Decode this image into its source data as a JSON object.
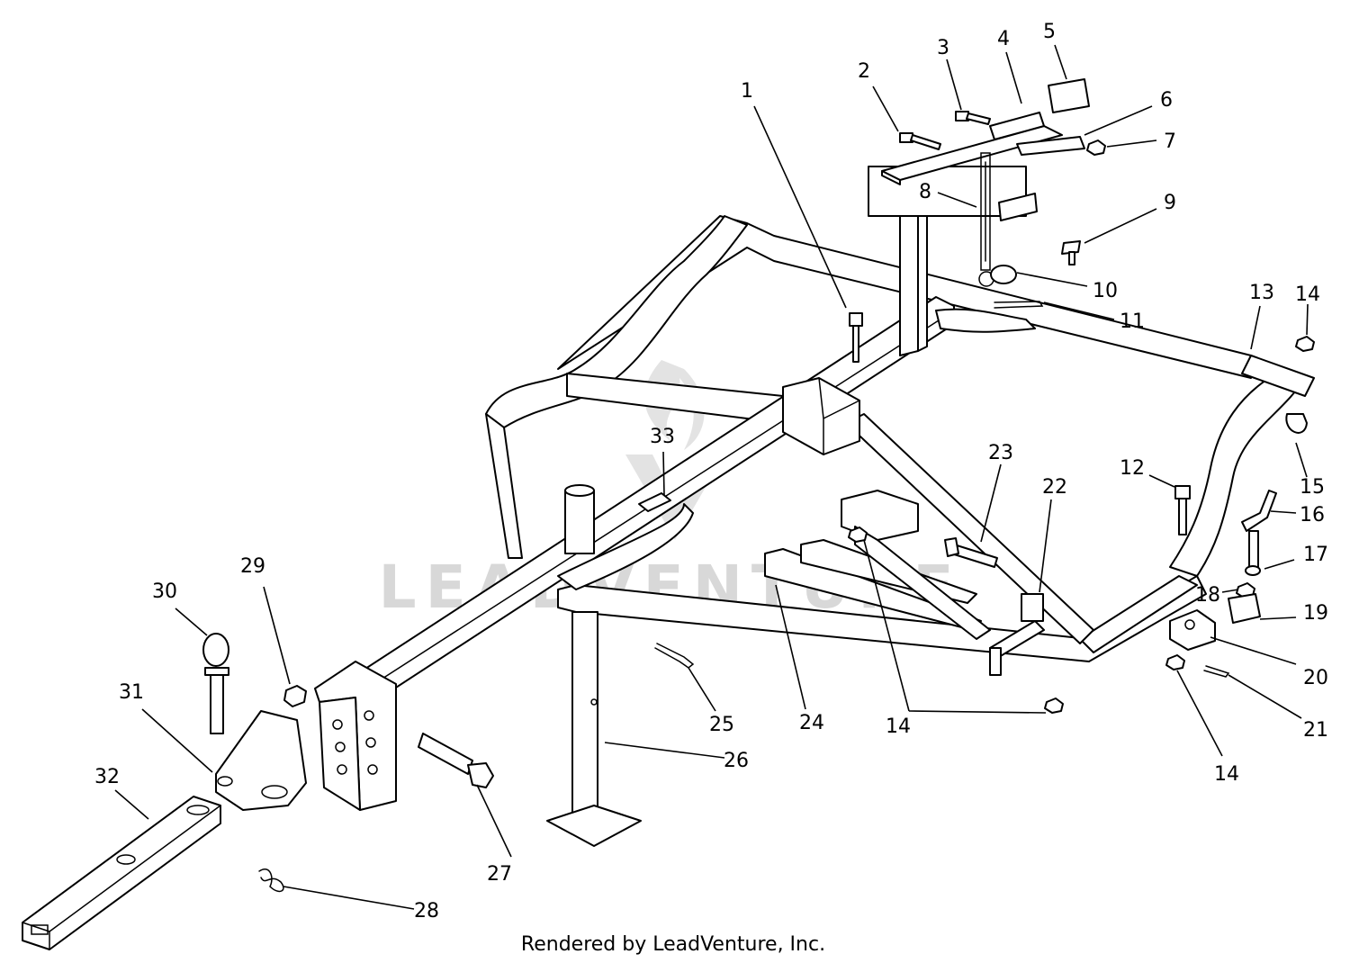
{
  "watermark_text": "LEADVENTURE",
  "footer_credit": "Rendered by LeadVenture, Inc.",
  "callouts": [
    {
      "id": "c1",
      "label": "1"
    },
    {
      "id": "c2",
      "label": "2"
    },
    {
      "id": "c3",
      "label": "3"
    },
    {
      "id": "c4",
      "label": "4"
    },
    {
      "id": "c5",
      "label": "5"
    },
    {
      "id": "c6",
      "label": "6"
    },
    {
      "id": "c7",
      "label": "7"
    },
    {
      "id": "c8",
      "label": "8"
    },
    {
      "id": "c9",
      "label": "9"
    },
    {
      "id": "c10",
      "label": "10"
    },
    {
      "id": "c11",
      "label": "11"
    },
    {
      "id": "c12",
      "label": "12"
    },
    {
      "id": "c13",
      "label": "13"
    },
    {
      "id": "c14a",
      "label": "14"
    },
    {
      "id": "c15",
      "label": "15"
    },
    {
      "id": "c16",
      "label": "16"
    },
    {
      "id": "c17",
      "label": "17"
    },
    {
      "id": "c18",
      "label": "18"
    },
    {
      "id": "c19",
      "label": "19"
    },
    {
      "id": "c20",
      "label": "20"
    },
    {
      "id": "c21",
      "label": "21"
    },
    {
      "id": "c14b",
      "label": "14"
    },
    {
      "id": "c22",
      "label": "22"
    },
    {
      "id": "c23",
      "label": "23"
    },
    {
      "id": "c24",
      "label": "24"
    },
    {
      "id": "c14c",
      "label": "14"
    },
    {
      "id": "c25",
      "label": "25"
    },
    {
      "id": "c26",
      "label": "26"
    },
    {
      "id": "c27",
      "label": "27"
    },
    {
      "id": "c28",
      "label": "28"
    },
    {
      "id": "c29",
      "label": "29"
    },
    {
      "id": "c30",
      "label": "30"
    },
    {
      "id": "c31",
      "label": "31"
    },
    {
      "id": "c32",
      "label": "32"
    },
    {
      "id": "c33",
      "label": "33"
    }
  ]
}
